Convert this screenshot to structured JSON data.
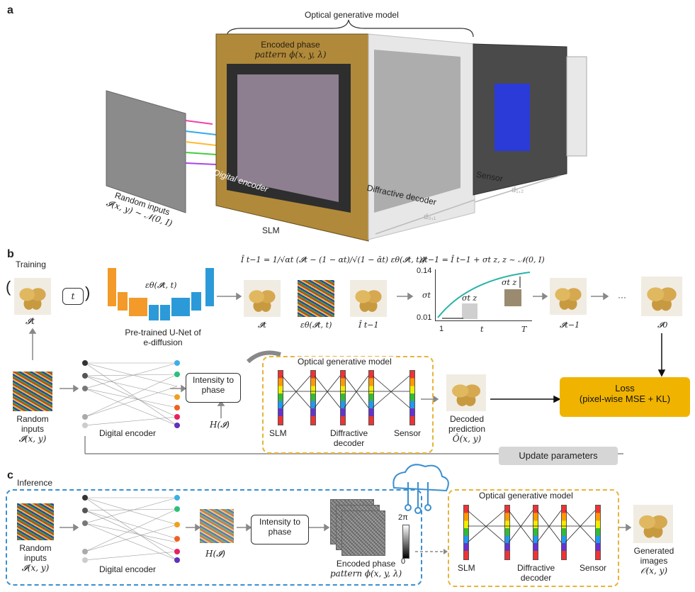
{
  "panel_a": {
    "letter": "a",
    "optical_generative_model": "Optical generative model",
    "encoded_phase_pattern_line1": "Encoded phase",
    "encoded_phase_pattern_line2": "pattern ϕ(x, y, λ)",
    "digital_encoder": "Digital encoder",
    "random_inputs_line1": "Random inputs",
    "random_inputs_line2": "𝓘(x, y) ~ 𝒩(0, I)",
    "slm": "SLM",
    "diffractive_decoder": "Diffractive decoder",
    "sensor": "Sensor",
    "d01": "d₀,₁",
    "d12": "d₁,₂"
  },
  "panel_b": {
    "letter": "b",
    "training": "Training",
    "t_box": "t",
    "i_t": "𝓘t",
    "eps_unet": "εθ(𝓘t, t)",
    "unet_label_line1": "Pre-trained U-Net of",
    "unet_label_line2": "e-diffusion",
    "eq1": "Î t−1 = 1/√αt (𝓘t − (1 − αt)/√(1 − ᾱt) εθ(𝓘t, t))",
    "img_it": "𝓘t",
    "img_eps": "εθ(𝓘t, t)",
    "img_ihat": "Î t−1",
    "eq2": "𝓘t−1 = Î t−1 + σt z,  z ~ 𝒩(0, I)",
    "plot_ymax": "0.14",
    "plot_ymin": "0.01",
    "plot_ylabel": "σt",
    "plot_x1": "1",
    "plot_xt": "t",
    "plot_xT": "T",
    "plot_sz1": "σt z",
    "plot_sz2": "σt z",
    "i_t_minus_1": "𝓘t−1",
    "dots": "···",
    "i_0": "𝓘0",
    "random_inputs_line1": "Random",
    "random_inputs_line2": "inputs",
    "random_inputs_line3": "𝓘(x, y)",
    "digital_encoder": "Digital encoder",
    "intensity_to_phase": "Intensity to phase",
    "h_i": "H(𝓘)",
    "ogm_title": "Optical generative model",
    "slm": "SLM",
    "diffractive_decoder_line1": "Diffractive",
    "diffractive_decoder_line2": "decoder",
    "sensor": "Sensor",
    "decoded_line1": "Decoded",
    "decoded_line2": "prediction",
    "decoded_line3": "Ô(x, y)",
    "loss_line1": "Loss",
    "loss_line2": "(pixel-wise MSE + KL)",
    "update_parameters": "Update parameters"
  },
  "panel_c": {
    "letter": "c",
    "inference": "Inference",
    "random_inputs_line1": "Random",
    "random_inputs_line2": "inputs",
    "random_inputs_line3": "𝓘(x, y)",
    "digital_encoder": "Digital encoder",
    "h_i": "H(𝓘)",
    "intensity_to_phase": "Intensity to phase",
    "two_pi": "2π",
    "zero": "0",
    "encoded_line1": "Encoded phase",
    "encoded_line2": "pattern ϕ(x, y, λ)",
    "ogm_title": "Optical generative model",
    "slm": "SLM",
    "diffractive_line1": "Diffractive",
    "diffractive_line2": "decoder",
    "sensor": "Sensor",
    "generated_line1": "Generated",
    "generated_line2": "images",
    "generated_line3": "𝒪(x, y)"
  },
  "colors": {
    "loss_fill": "#f0b400",
    "unet_orange": "#f39a2a",
    "unet_blue": "#2c9ad8",
    "dashed_orange": "#e8b33a",
    "dashed_blue": "#3a8fd0",
    "plot_curve": "#2bb3a8",
    "slm_gold": "#b08a3a"
  }
}
